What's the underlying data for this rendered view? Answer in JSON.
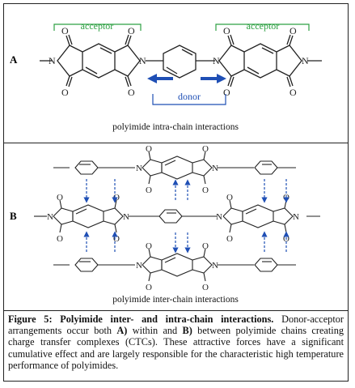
{
  "panel_a": {
    "letter": "A",
    "acceptor_left": "acceptor",
    "acceptor_right": "acceptor",
    "donor": "donor",
    "caption": "polyimide intra-chain interactions",
    "atoms": {
      "O": "O",
      "N": "N"
    }
  },
  "panel_b": {
    "letter": "B",
    "caption": "polyimide inter-chain interactions"
  },
  "caption": {
    "figure_label": "Figure 5:",
    "title": "Polyimide inter- and intra-chain interactions.",
    "text_1": "Donor-acceptor arrangements occur both",
    "label_a": "A)",
    "text_2": "within and",
    "label_b": "B)",
    "text_3": "between polyimide chains creating charge transfer complexes (CTCs). These attractive forces have a significant cumulative effect and are largely responsible for the characteristic high temperature performance of polyimides."
  },
  "colors": {
    "acceptor": "#2ea043",
    "donor": "#1f4fb5",
    "bond": "#222222"
  }
}
